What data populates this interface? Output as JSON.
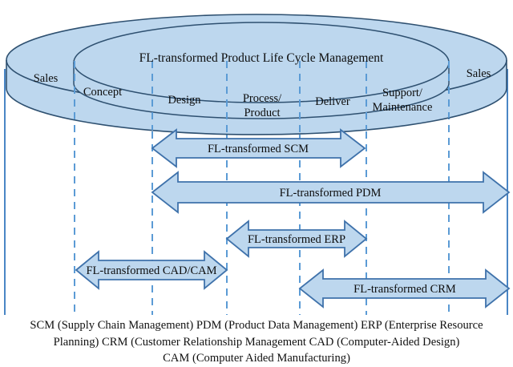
{
  "figure": {
    "title": "FL-transformed Product Life Cycle Management",
    "palette": {
      "fill": "#bdd7ee",
      "shape_stroke": "#2e5070",
      "arrow_stroke": "#3f72ab",
      "dashed_line": "#5b9bd5",
      "solid_line": "#4a86c5",
      "text": "#0d0d0d",
      "background": "#ffffff"
    }
  },
  "cylinder": {
    "center_band_label": "FL-transformed Product Life Cycle Management",
    "sales_left_label": "Sales",
    "sales_right_label": "Sales",
    "stages": [
      {
        "label": "Concept"
      },
      {
        "label": "Design"
      },
      {
        "label_line1": "Process/",
        "label_line2": "Product"
      },
      {
        "label": "Deliver"
      },
      {
        "label_line1": "Support/",
        "label_line2": "Maintenance"
      }
    ]
  },
  "arrows": [
    {
      "id": "scm",
      "label": "FL-transformed SCM"
    },
    {
      "id": "pdm",
      "label": "FL-transformed PDM"
    },
    {
      "id": "erp",
      "label": "FL-transformed ERP"
    },
    {
      "id": "cadcam",
      "label": "FL-transformed CAD/CAM"
    },
    {
      "id": "crm",
      "label": "FL-transformed CRM"
    }
  ],
  "caption": {
    "line1": "SCM (Supply Chain Management) PDM (Product Data Management) ERP (Enterprise Resource",
    "line2": "Planning) CRM (Customer Relationship Management CAD (Computer-Aided Design)",
    "line3": "CAM (Computer Aided Manufacturing)"
  }
}
